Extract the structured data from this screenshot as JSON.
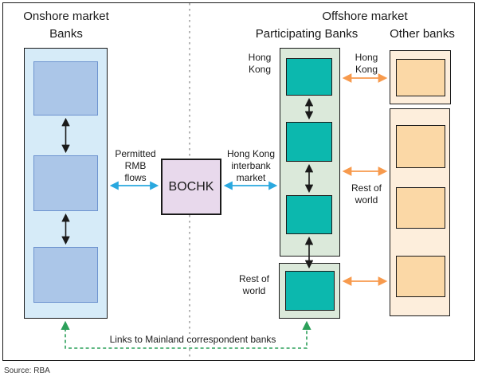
{
  "onshore": {
    "title": "Onshore market",
    "subtitle": "Banks",
    "bank_count": 3
  },
  "offshore": {
    "title": "Offshore market",
    "participating_title": "Participating Banks",
    "other_title": "Other banks",
    "participating_bank_count": 3,
    "other_bank_count": 4,
    "participating_hong_kong_label": "Hong\nKong",
    "other_hong_kong_label": "Hong\nKong",
    "participating_rest_of_world_label": "Rest of\nworld",
    "other_rest_of_world_label": "Rest of\nworld"
  },
  "center": {
    "bochk_label": "BOCHK",
    "permitted_flows_label": "Permitted\nRMB\nflows",
    "interbank_label": "Hong Kong\ninterbank\nmarket"
  },
  "footer": {
    "links_label": "Links to Mainland correspondent banks",
    "source": "Source: RBA"
  },
  "colors": {
    "onshore_container": "#d6ebf8",
    "onshore_bank": "#abc6e8",
    "participating_container": "#dbe9da",
    "participating_bank": "#0cb8ae",
    "other_container": "#fdeedc",
    "other_bank": "#fbd8a6",
    "bochk_box": "#e8d9ec",
    "blue_arrow": "#29a8df",
    "orange_arrow": "#f79a4d",
    "green_link": "#2ca05a",
    "divider": "#8c8c8c"
  }
}
